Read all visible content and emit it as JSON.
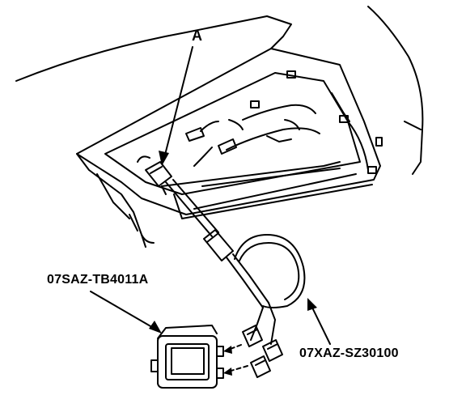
{
  "labels": {
    "callout_a": "A",
    "module_part_number": "07SAZ-TB4011A",
    "harness_part_number": "07XAZ-SZ30100"
  },
  "colors": {
    "ink": "#000000",
    "paper": "#ffffff"
  },
  "icons": {
    "callout_arrows": "arrow-icon",
    "connection_arrows": "dashed-arrow-icon"
  }
}
